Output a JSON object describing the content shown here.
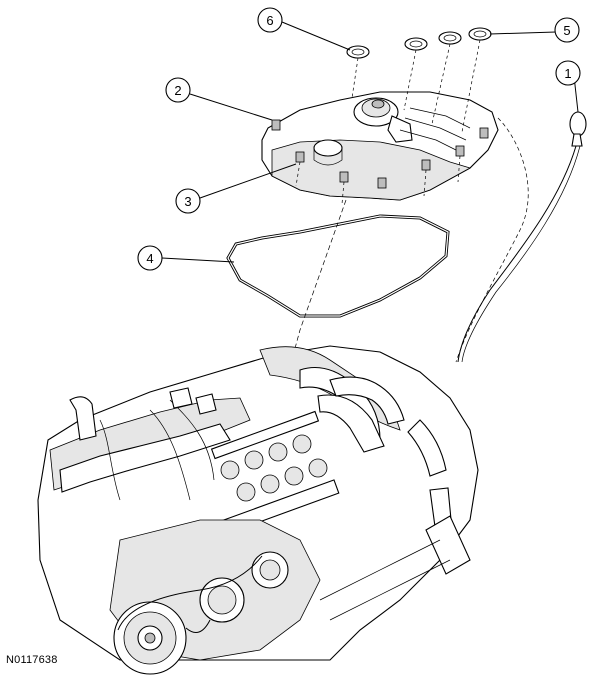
{
  "callouts": [
    {
      "id": "callout-1",
      "label": "1"
    },
    {
      "id": "callout-2",
      "label": "2"
    },
    {
      "id": "callout-3",
      "label": "3"
    },
    {
      "id": "callout-4",
      "label": "4"
    },
    {
      "id": "callout-5",
      "label": "5"
    },
    {
      "id": "callout-6",
      "label": "6"
    }
  ],
  "reference_code": "N0117638"
}
